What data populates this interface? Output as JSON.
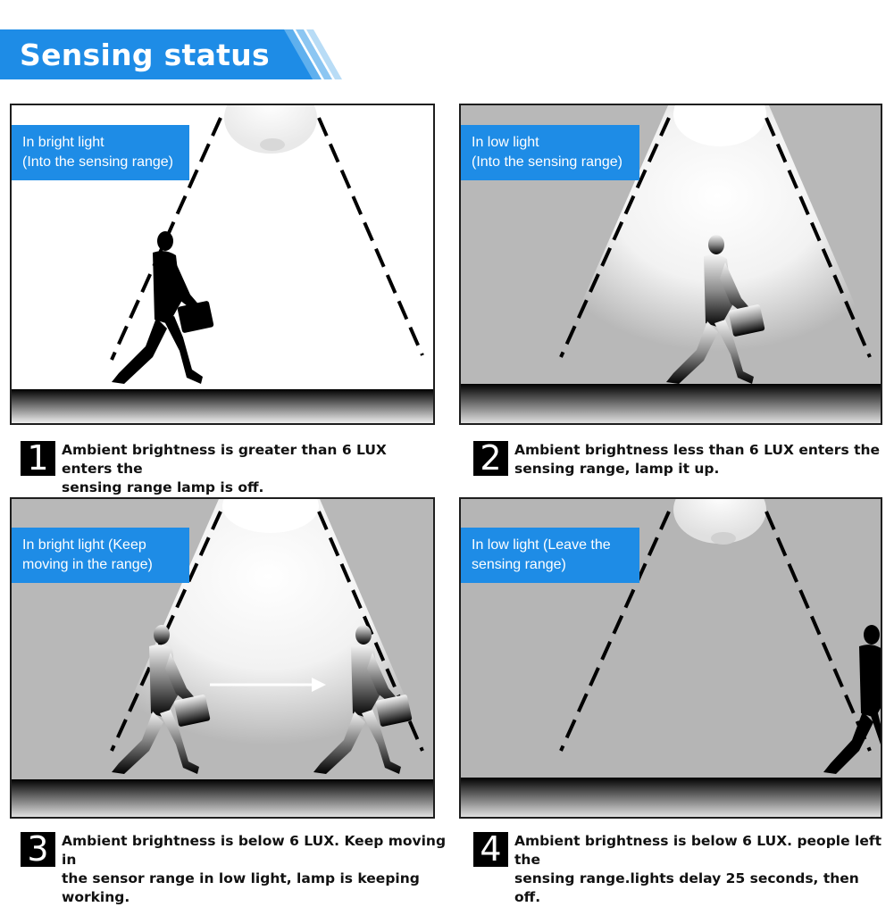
{
  "header": {
    "title": "Sensing status",
    "accent": "#1e8ce6"
  },
  "panels": [
    {
      "label_line1": "In bright light",
      "label_line2": "(Into the sensing range)",
      "number": "1",
      "caption_line1": "Ambient brightness is greater than 6 LUX enters the",
      "caption_line2": "sensing range lamp is off."
    },
    {
      "label_line1": "In low light",
      "label_line2": "(Into the sensing range)",
      "number": "2",
      "caption_line1": "Ambient brightness less than 6 LUX enters the",
      "caption_line2": "sensing range, lamp it up."
    },
    {
      "label_line1": "In bright light (Keep",
      "label_line2": "moving in the range)",
      "number": "3",
      "caption_line1": "Ambient brightness is below 6 LUX. Keep moving in",
      "caption_line2": "the sensor range in low light, lamp is keeping working."
    },
    {
      "label_line1": "In low light (Leave the",
      "label_line2": "sensing range)",
      "number": "4",
      "caption_line1": "Ambient brightness is below 6 LUX. people left the",
      "caption_line2": "sensing range.lights delay 25 seconds, then off."
    }
  ]
}
